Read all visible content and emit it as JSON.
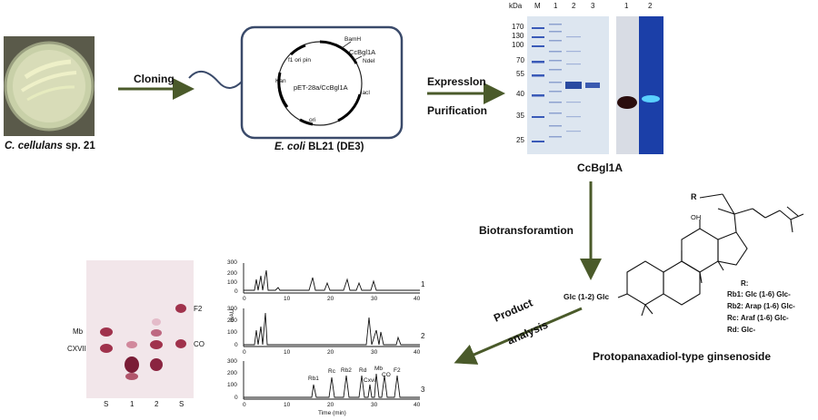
{
  "petri": {
    "caption_italic": "C. cellulans",
    "caption_rest": "sp. 21"
  },
  "steps": {
    "cloning": "Cloning",
    "expression": "Expresslon",
    "purification": "Purification",
    "biotransformation": "Biotransforamtion",
    "product_line1": "Product",
    "product_line2": "analysis"
  },
  "plasmid": {
    "name": "pET-28a/CcBgl1A",
    "gene": "CcBgl1A",
    "site1": "BamH",
    "site2": "NdeI",
    "origin_f1": "f1 ori pin",
    "kan": "Kan",
    "lacI": "lacI",
    "ori": "ori",
    "caption_italic": "E. coli",
    "caption_rest": "BL21 (DE3)"
  },
  "gel": {
    "kda_label": "kDa",
    "lane_headers": [
      "M",
      "1",
      "2",
      "3"
    ],
    "markers": [
      "170",
      "130",
      "100",
      "70",
      "55",
      "40",
      "35",
      "25"
    ],
    "blot_headers": [
      "1",
      "2"
    ],
    "caption": "CcBgl1A"
  },
  "tlc": {
    "left_labels": [
      "Mb",
      "CXVII"
    ],
    "right_labels": [
      "F2",
      "CO"
    ],
    "lanes": [
      "S",
      "1",
      "2",
      "S"
    ]
  },
  "hplc": {
    "y_axis_label": "mAU",
    "y_ticks": [
      "300",
      "200",
      "100",
      "0"
    ],
    "x_ticks": [
      "0",
      "10",
      "20",
      "30",
      "40"
    ],
    "x_axis_label": "Time (min)",
    "trace_numbers": [
      "1",
      "2",
      "3"
    ],
    "peak_labels": [
      "Rb1",
      "Rc",
      "Rb2",
      "Rd",
      "Mb",
      "CO",
      "F2",
      "Cxvii"
    ]
  },
  "molecule": {
    "r_label": "R",
    "oh": "OH",
    "glc_label": "Glc (1-2) Glc",
    "r_heading": "R:",
    "substituents": [
      "Rb1: Glc (1-6) Glc-",
      "Rb2: Arap (1-6) Glc-",
      "Rc:  Araf (1-6) Glc-",
      "Rd:  Glc-"
    ],
    "caption": "Protopanaxadiol-type ginsenoside"
  },
  "colors": {
    "arrow": "#4a5a2a",
    "gel_bg": "#dde6f0",
    "gel_band": "#2a4aa0",
    "blot_dark": "#2a0d0d",
    "blot_blue": "#1b3fa8",
    "tlc_spot": "#a0324c",
    "plasmid_box": "#3a4a6a"
  }
}
